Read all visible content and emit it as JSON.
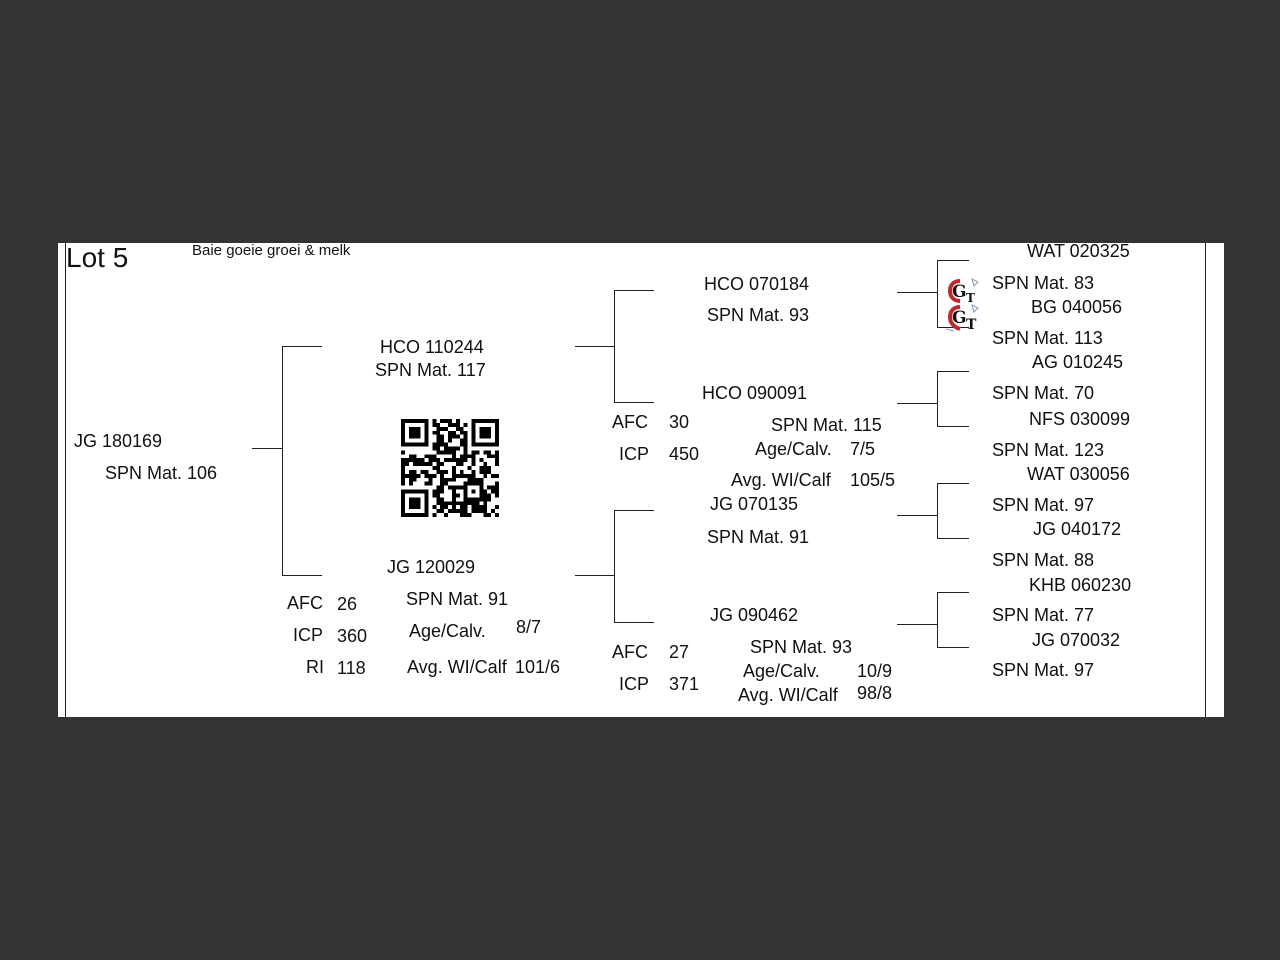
{
  "lot": {
    "title": "Lot 5",
    "note": "Baie goeie groei & melk"
  },
  "animal": {
    "id": "JG  180169",
    "spn": "SPN Mat. 106"
  },
  "sire": {
    "id": "HCO 110244",
    "spn": "SPN Mat. 117"
  },
  "dam": {
    "id": "JG  120029",
    "spn": "SPN Mat. 91",
    "afc_label": "AFC",
    "afc": "26",
    "icp_label": "ICP",
    "icp": "360",
    "ri_label": "RI",
    "ri": "118",
    "age_label": "Age/Calv.",
    "age": "8/7",
    "wi_label": "Avg. WI/Calf",
    "wi": "101/6"
  },
  "ss": {
    "id": "HCO 070184",
    "spn": "SPN Mat. 93"
  },
  "sd": {
    "id": "HCO 090091",
    "spn": "SPN Mat. 115",
    "afc_label": "AFC",
    "afc": "30",
    "icp_label": "ICP",
    "icp": "450",
    "age_label": "Age/Calv.",
    "age": "7/5",
    "wi_label": "Avg. WI/Calf",
    "wi": "105/5"
  },
  "ds": {
    "id": "JG  070135",
    "spn": "SPN Mat. 91"
  },
  "dd": {
    "id": "JG  090462",
    "spn": "SPN Mat. 93",
    "afc_label": "AFC",
    "afc": "27",
    "icp_label": "ICP",
    "icp": "371",
    "age_label": "Age/Calv.",
    "age": "10/9",
    "wi_label": "Avg. WI/Calf",
    "wi": "98/8"
  },
  "gen3": [
    {
      "id": "WAT 020325",
      "spn": "SPN Mat. 83"
    },
    {
      "id": "BG  040056",
      "spn": "SPN Mat. 113"
    },
    {
      "id": "AG  010245",
      "spn": "SPN Mat. 70"
    },
    {
      "id": "NFS 030099",
      "spn": "SPN Mat. 123"
    },
    {
      "id": "WAT 030056",
      "spn": "SPN Mat. 97"
    },
    {
      "id": "JG  040172",
      "spn": "SPN Mat. 88"
    },
    {
      "id": "KHB 060230",
      "spn": "SPN Mat. 77"
    },
    {
      "id": "JG  070032",
      "spn": "SPN Mat. 97"
    }
  ],
  "logos": [
    {
      "icon": "gt-logo-icon",
      "letters": "GT",
      "color": "#c0272d"
    },
    {
      "icon": "gt-logo-icon",
      "letters": "GT",
      "color": "#c0272d"
    }
  ]
}
